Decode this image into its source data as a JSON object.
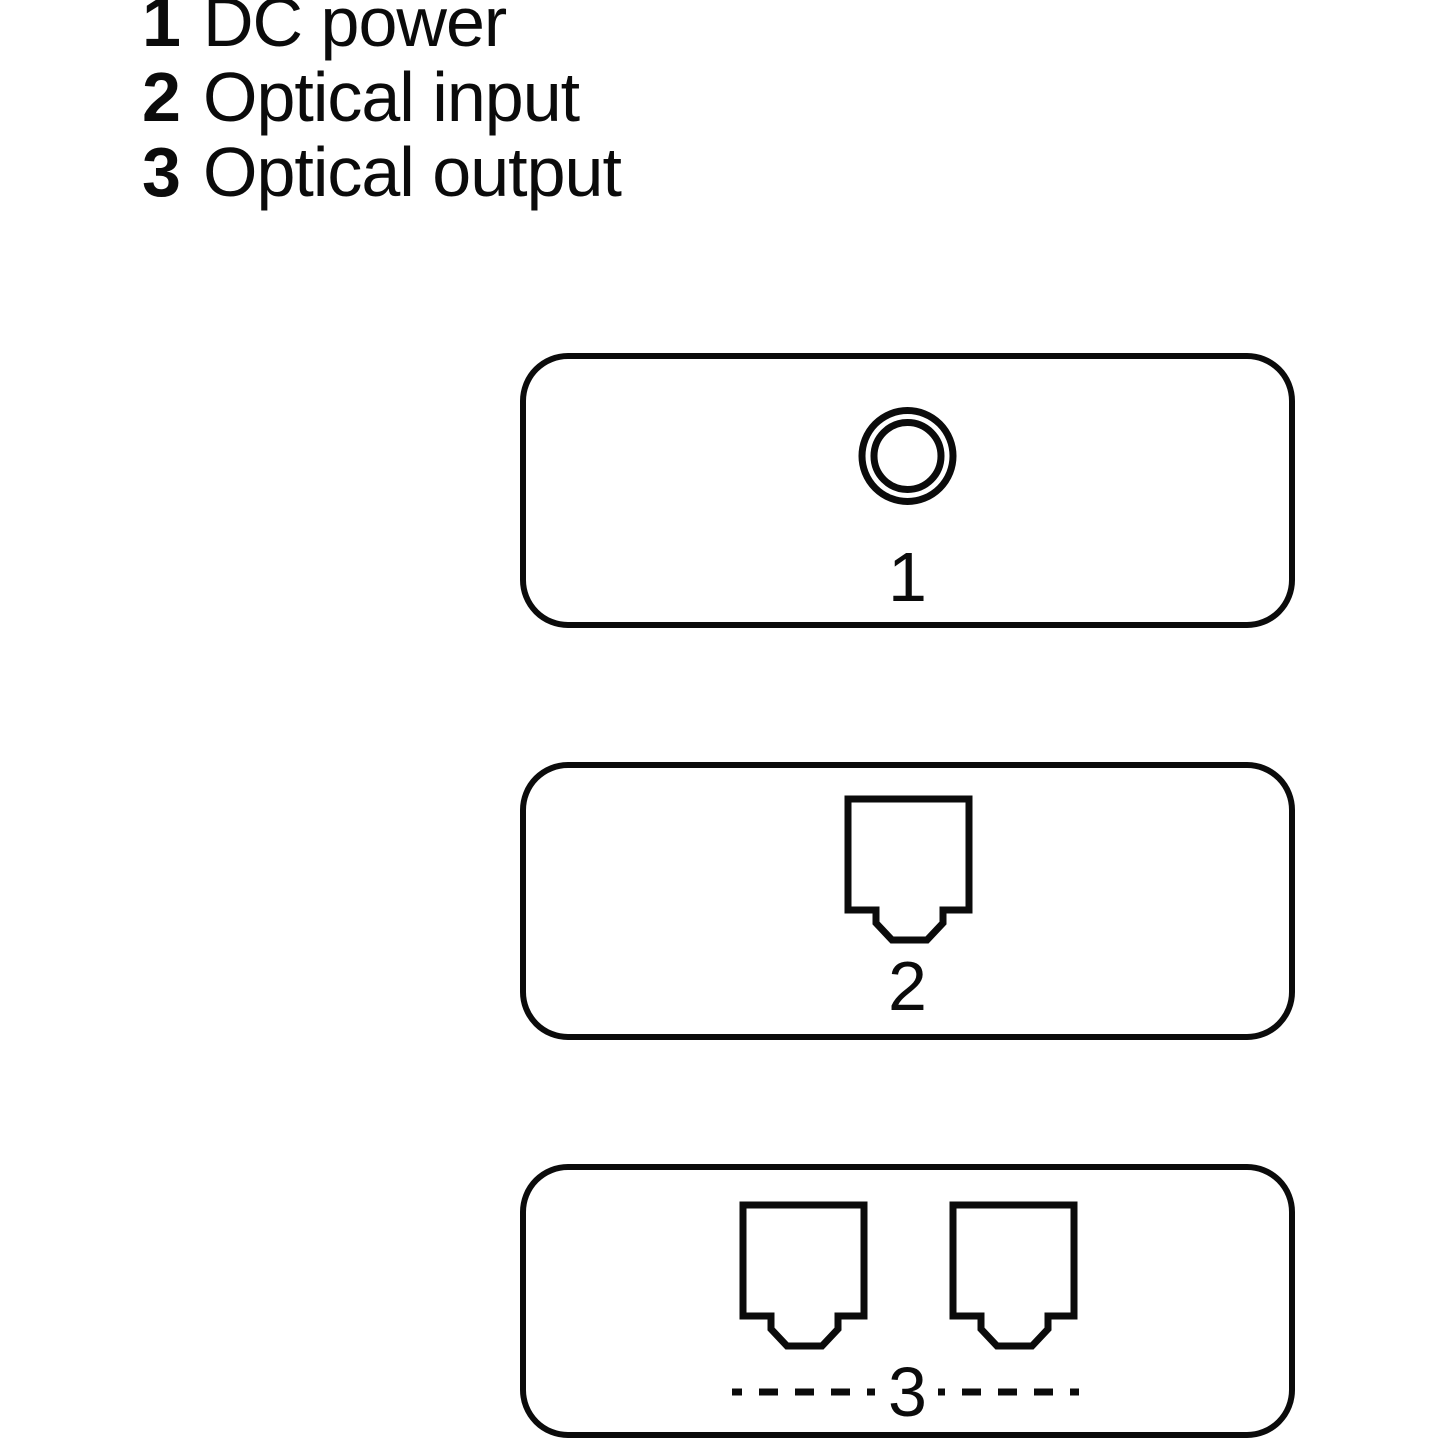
{
  "legend": {
    "items": [
      {
        "number": "1",
        "label": "DC power"
      },
      {
        "number": "2",
        "label": "Optical input"
      },
      {
        "number": "3",
        "label": "Optical output"
      }
    ]
  },
  "panels": [
    {
      "label": "1",
      "icon": "dc-power-jack-icon"
    },
    {
      "label": "2",
      "icon": "optical-port-icon"
    },
    {
      "label": "3",
      "icon": "dual-optical-ports-icon",
      "divider": "dashed-line"
    }
  ],
  "colors": {
    "ink": "#0b0b0b",
    "background": "#ffffff"
  }
}
